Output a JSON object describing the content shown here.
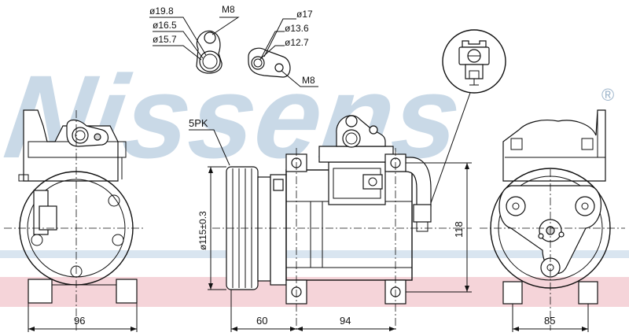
{
  "watermark": {
    "brand": "Nissens",
    "registered_mark": "®",
    "color": "#b8cde0",
    "band_color": "#f2c9d0"
  },
  "left_fitting": {
    "d1": "ø19.8",
    "d2": "ø16.5",
    "d3": "ø15.7",
    "thread": "M8"
  },
  "right_fitting": {
    "d1": "ø17",
    "d2": "ø13.6",
    "d3": "ø12.7",
    "thread": "M8"
  },
  "pulley": {
    "label": "5PK",
    "diameter": "ø115±0.3"
  },
  "dimensions": {
    "left_width": "96",
    "pulley_to_mount": "60",
    "mount_spacing": "94",
    "height": "118",
    "right_width": "85"
  }
}
